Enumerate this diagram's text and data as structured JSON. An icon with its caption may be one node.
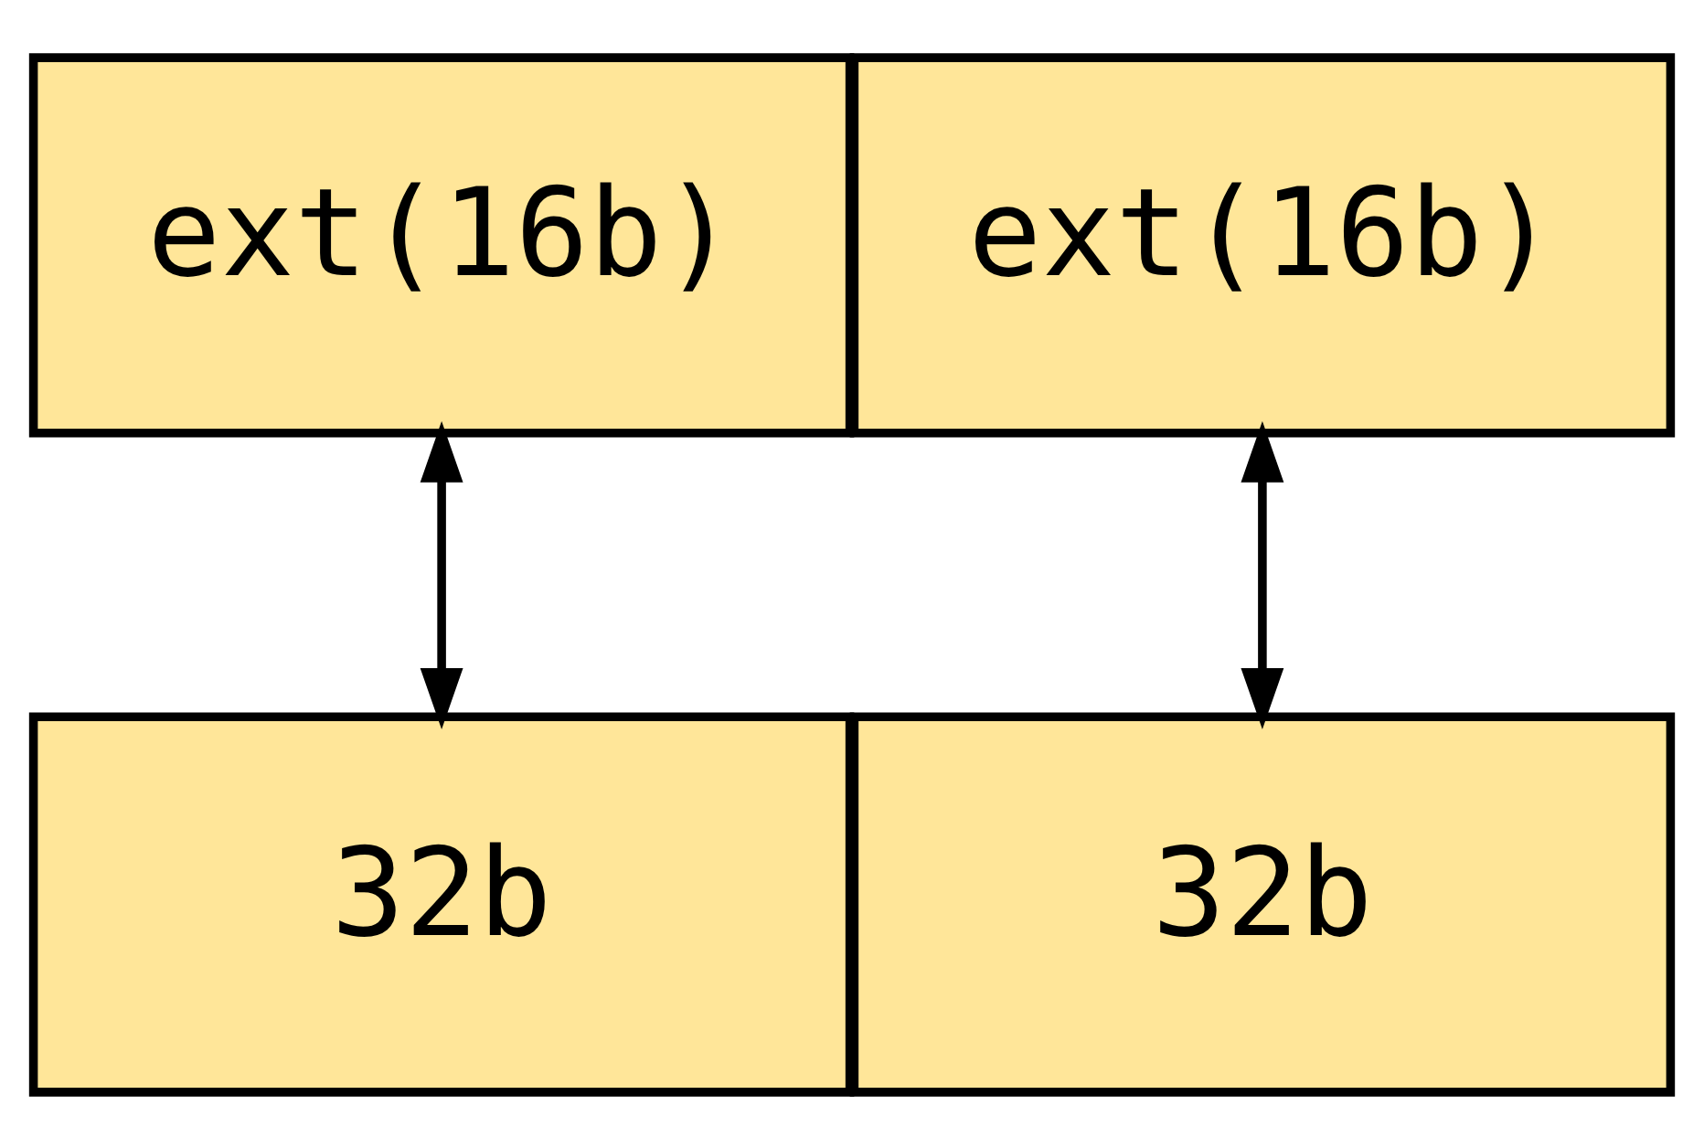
{
  "diagram": {
    "nodes": [
      {
        "text": [
          "ext(16b)"
        ]
      },
      {
        "text": [
          "ext(16b)"
        ]
      },
      {
        "text": [
          "32b"
        ]
      },
      {
        "text": [
          "32b"
        ]
      }
    ],
    "edges": [
      {
        "from": 0,
        "to": 2,
        "arrow": "both"
      },
      {
        "from": 1,
        "to": 3,
        "arrow": "both"
      }
    ]
  }
}
